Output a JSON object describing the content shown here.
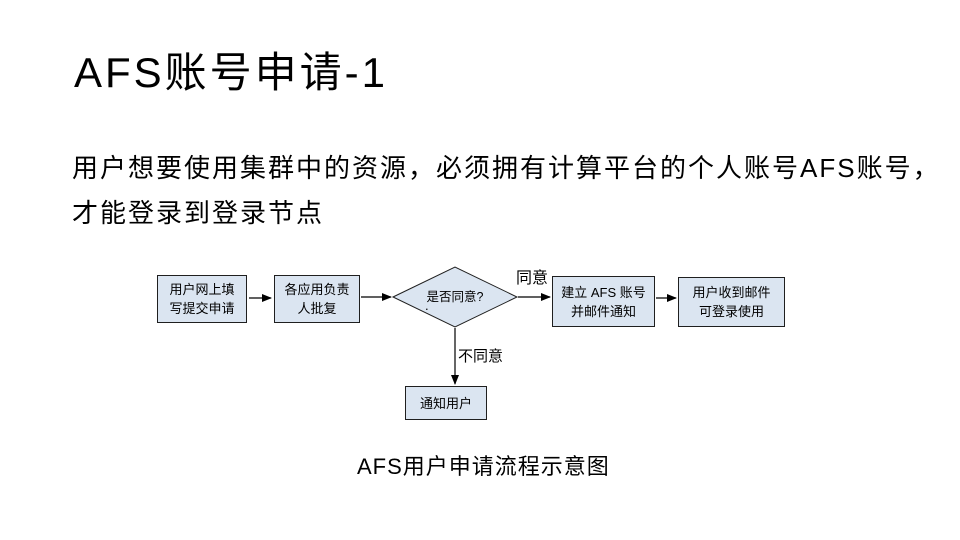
{
  "slide": {
    "title": "AFS账号申请-1",
    "body_lines": [
      "用户想要使用集群中的资源，必须拥有计算平台的个人账号AFS账号，",
      "才能登录到登录节点"
    ],
    "caption": "AFS用户申请流程示意图",
    "background_color": "#ffffff",
    "text_color": "#000000"
  },
  "flowchart": {
    "node_fill_color": "#dbe5f1",
    "node_border_color": "#1f1f1f",
    "arrow_color": "#000000",
    "nodes": [
      {
        "id": "apply",
        "shape": "rectangle",
        "label": "用户网上填\n写提交申请"
      },
      {
        "id": "approve",
        "shape": "rectangle",
        "label": "各应用负责\n人批复"
      },
      {
        "id": "decision",
        "shape": "diamond",
        "label": "是否同意?"
      },
      {
        "id": "create-account",
        "shape": "rectangle",
        "label": "建立 AFS 账号\n并邮件通知"
      },
      {
        "id": "receive-mail",
        "shape": "rectangle",
        "label": "用户收到邮件\n可登录使用"
      },
      {
        "id": "notify-user",
        "shape": "rectangle",
        "label": "通知用户"
      }
    ],
    "edges": [
      {
        "from": "apply",
        "to": "approve",
        "label": ""
      },
      {
        "from": "approve",
        "to": "decision",
        "label": ""
      },
      {
        "from": "decision",
        "to": "create-account",
        "label": "同意"
      },
      {
        "from": "decision",
        "to": "notify-user",
        "label": "不同意"
      },
      {
        "from": "create-account",
        "to": "receive-mail",
        "label": ""
      }
    ],
    "stray_dot": "."
  }
}
